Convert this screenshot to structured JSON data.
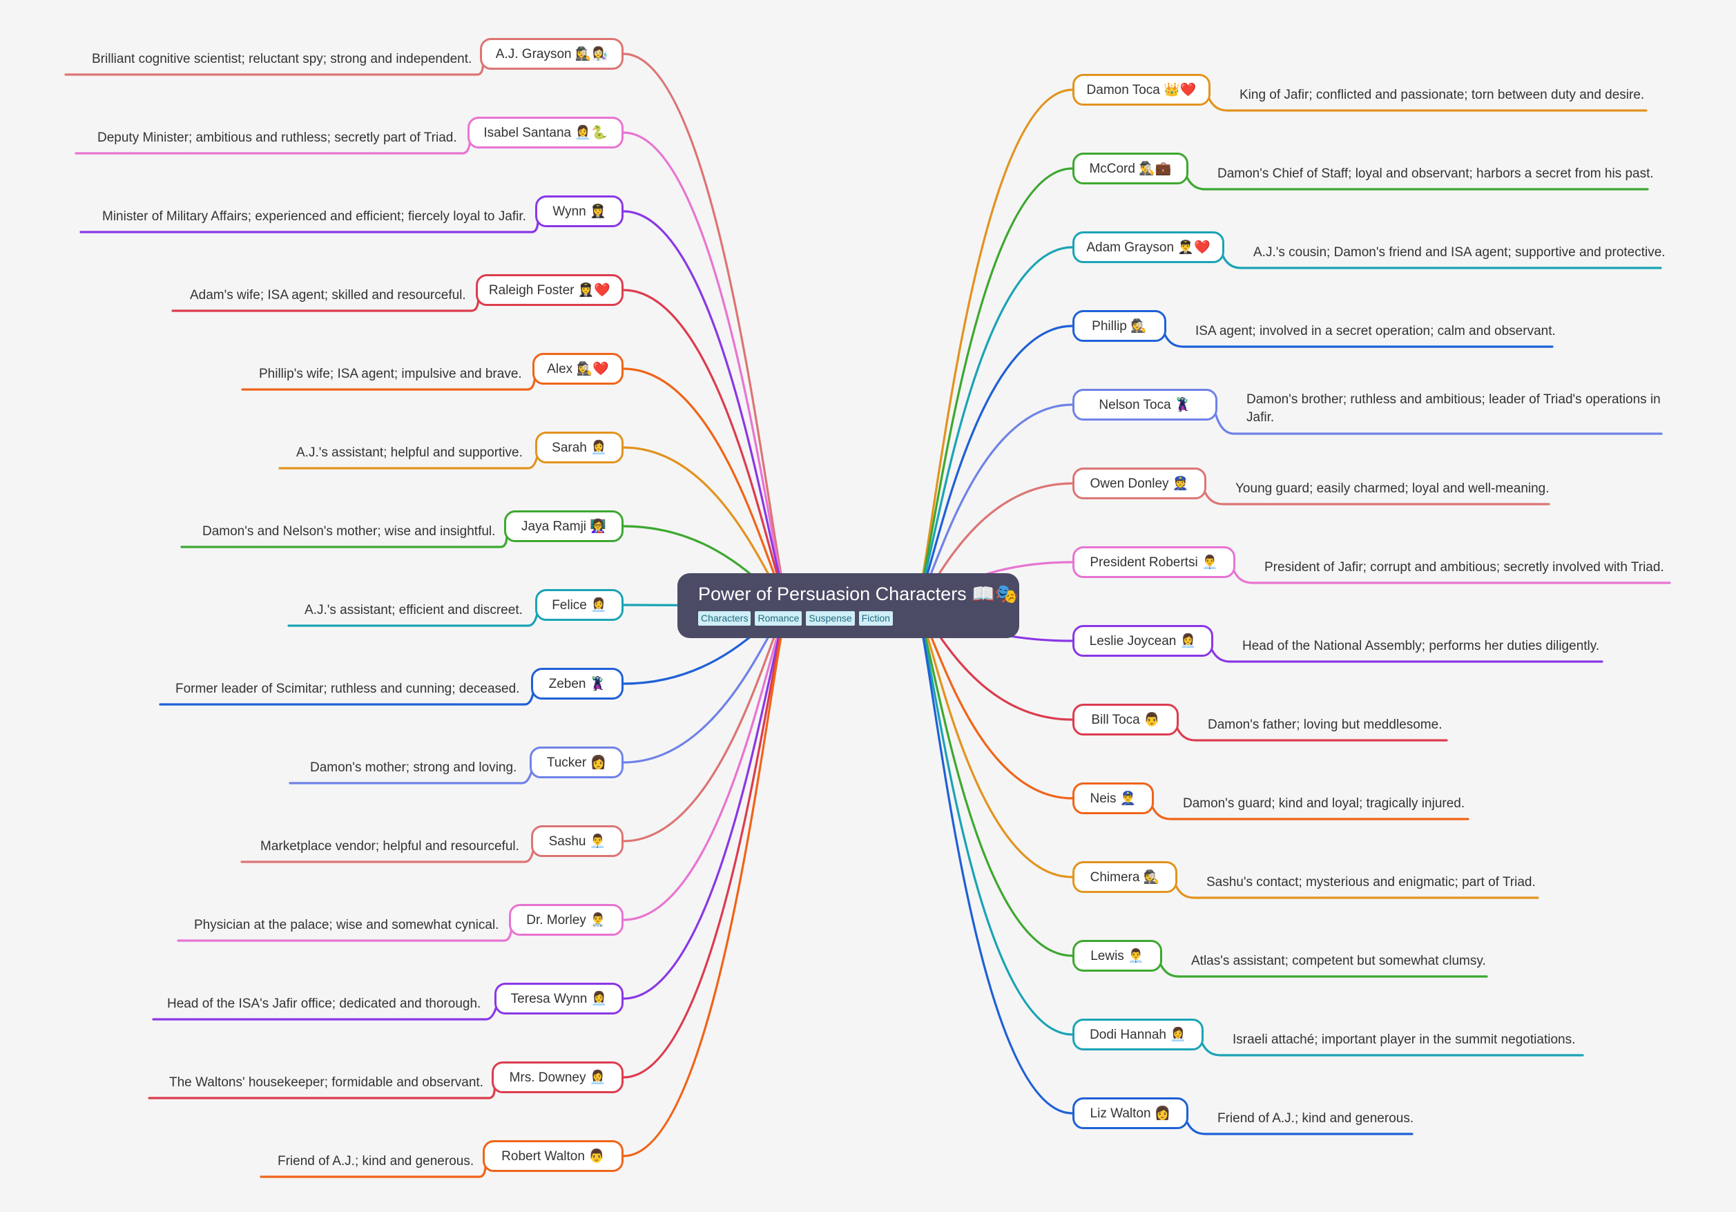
{
  "root": {
    "title": "Power of Persuasion Characters 📖🎭",
    "tags": [
      "Characters",
      "Romance",
      "Suspense",
      "Fiction"
    ]
  },
  "left": [
    {
      "name": "A.J. Grayson 🕵️‍♀️👩‍🔬",
      "desc": "Brilliant cognitive scientist; reluctant spy; strong and independent.",
      "color": "#dd7474"
    },
    {
      "name": "Isabel Santana 👩‍💼🐍",
      "desc": "Deputy Minister; ambitious and ruthless; secretly part of Triad.",
      "color": "#e874d2"
    },
    {
      "name": "Wynn 👩‍✈️",
      "desc": "Minister of Military Affairs; experienced and efficient; fiercely loyal to Jafir.",
      "color": "#8a37e6"
    },
    {
      "name": "Raleigh Foster 👩‍✈️❤️",
      "desc": "Adam's wife; ISA agent; skilled and resourceful.",
      "color": "#dc3c4e"
    },
    {
      "name": "Alex 🕵️‍♀️❤️",
      "desc": "Phillip's wife; ISA agent; impulsive and brave.",
      "color": "#f06418"
    },
    {
      "name": "Sarah 👩‍💼",
      "desc": "A.J.'s assistant; helpful and supportive.",
      "color": "#e2931e"
    },
    {
      "name": "Jaya Ramji 👩‍🏫",
      "desc": "Damon's and Nelson's mother; wise and insightful.",
      "color": "#3da830"
    },
    {
      "name": "Felice 👩‍💼",
      "desc": "A.J.'s assistant; efficient and discreet.",
      "color": "#1aa3b5"
    },
    {
      "name": "Zeben 🦹‍♂️",
      "desc": "Former leader of Scimitar; ruthless and cunning; deceased.",
      "color": "#1f60d6"
    },
    {
      "name": "Tucker 👩",
      "desc": "Damon's mother; strong and loving.",
      "color": "#6f82e8"
    },
    {
      "name": "Sashu 👨‍💼",
      "desc": "Marketplace vendor; helpful and resourceful.",
      "color": "#dd7474"
    },
    {
      "name": "Dr. Morley 👨‍⚕️",
      "desc": "Physician at the palace; wise and somewhat cynical.",
      "color": "#e874d2"
    },
    {
      "name": "Teresa Wynn 👩‍💼",
      "desc": "Head of the ISA's Jafir office; dedicated and thorough.",
      "color": "#8a37e6"
    },
    {
      "name": "Mrs. Downey 👩‍💼",
      "desc": "The Waltons' housekeeper; formidable and observant.",
      "color": "#dc3c4e"
    },
    {
      "name": "Robert Walton 👨",
      "desc": "Friend of A.J.; kind and generous.",
      "color": "#f06418"
    }
  ],
  "right": [
    {
      "name": "Damon Toca 👑❤️",
      "desc": "King of Jafir; conflicted and passionate; torn between duty and desire.",
      "color": "#e2931e"
    },
    {
      "name": "McCord 🕵️‍♂️💼",
      "desc": "Damon's Chief of Staff; loyal and observant; harbors a secret from his past.",
      "color": "#3da830"
    },
    {
      "name": "Adam Grayson 👨‍✈️❤️",
      "desc": "A.J.'s cousin; Damon's friend and ISA agent; supportive and protective.",
      "color": "#1aa3b5"
    },
    {
      "name": "Phillip 🕵️",
      "desc": "ISA agent; involved in a secret operation; calm and observant.",
      "color": "#1f60d6"
    },
    {
      "name": "Nelson Toca 🦹‍♂️",
      "desc": "Damon's brother; ruthless and ambitious; leader of Triad's operations in Jafir.",
      "color": "#6f82e8"
    },
    {
      "name": "Owen Donley 👮",
      "desc": "Young guard; easily charmed; loyal and well-meaning.",
      "color": "#dd7474"
    },
    {
      "name": "President Robertsi 👨‍💼",
      "desc": "President of Jafir; corrupt and ambitious; secretly involved with Triad.",
      "color": "#e874d2"
    },
    {
      "name": "Leslie Joycean 👩‍💼",
      "desc": "Head of the National Assembly; performs her duties diligently.",
      "color": "#8a37e6"
    },
    {
      "name": "Bill Toca 👨",
      "desc": "Damon's father; loving but meddlesome.",
      "color": "#dc3c4e"
    },
    {
      "name": "Neis 👮‍♂️",
      "desc": "Damon's guard; kind and loyal; tragically injured.",
      "color": "#f06418"
    },
    {
      "name": "Chimera 🕵️",
      "desc": "Sashu's contact; mysterious and enigmatic; part of Triad.",
      "color": "#e2931e"
    },
    {
      "name": "Lewis 👨‍💼",
      "desc": "Atlas's assistant; competent but somewhat clumsy.",
      "color": "#3da830"
    },
    {
      "name": "Dodi Hannah 👩‍💼",
      "desc": "Israeli attaché; important player in the summit negotiations.",
      "color": "#1aa3b5"
    },
    {
      "name": "Liz Walton 👩",
      "desc": "Friend of A.J.; kind and generous.",
      "color": "#1f60d6"
    }
  ]
}
